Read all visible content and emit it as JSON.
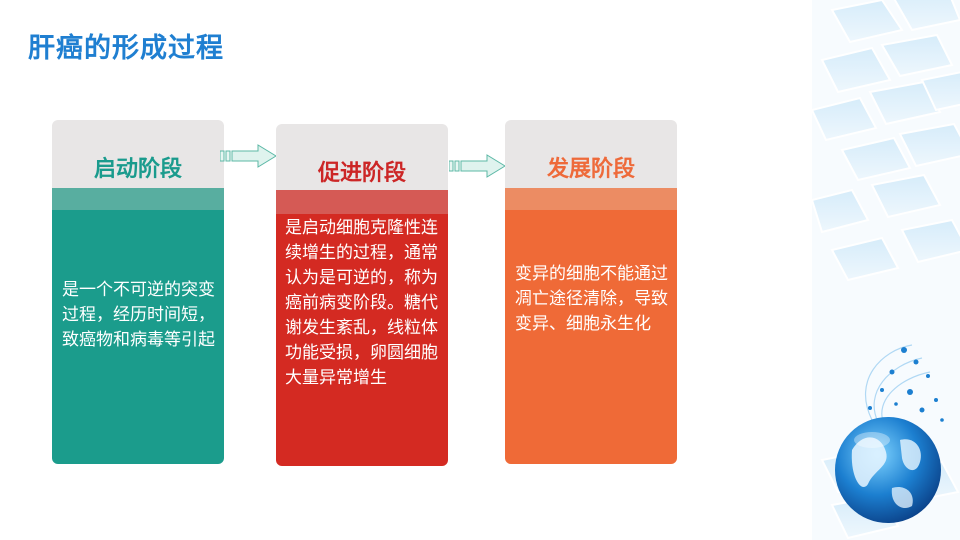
{
  "slide": {
    "title": "肝癌的形成过程"
  },
  "stages": [
    {
      "heading": "启动阶段",
      "description": "是一个不可逆的突变过程，经历时间短，致癌物和病毒等引起",
      "color": "#1b9c8c"
    },
    {
      "heading": "促进阶段",
      "description": "是启动细胞克隆性连续增生的过程，通常认为是可逆的，称为癌前病变阶段。糖代谢发生紊乱，线粒体功能受损，卵圆细胞大量异常增生",
      "color": "#d42a22"
    },
    {
      "heading": "发展阶段",
      "description": "变异的细胞不能通过凋亡途径清除，导致变异、细胞永生化",
      "color": "#ef6a37"
    }
  ],
  "icons": {
    "arrow": "arrow-right-icon",
    "globe": "globe-icon"
  }
}
